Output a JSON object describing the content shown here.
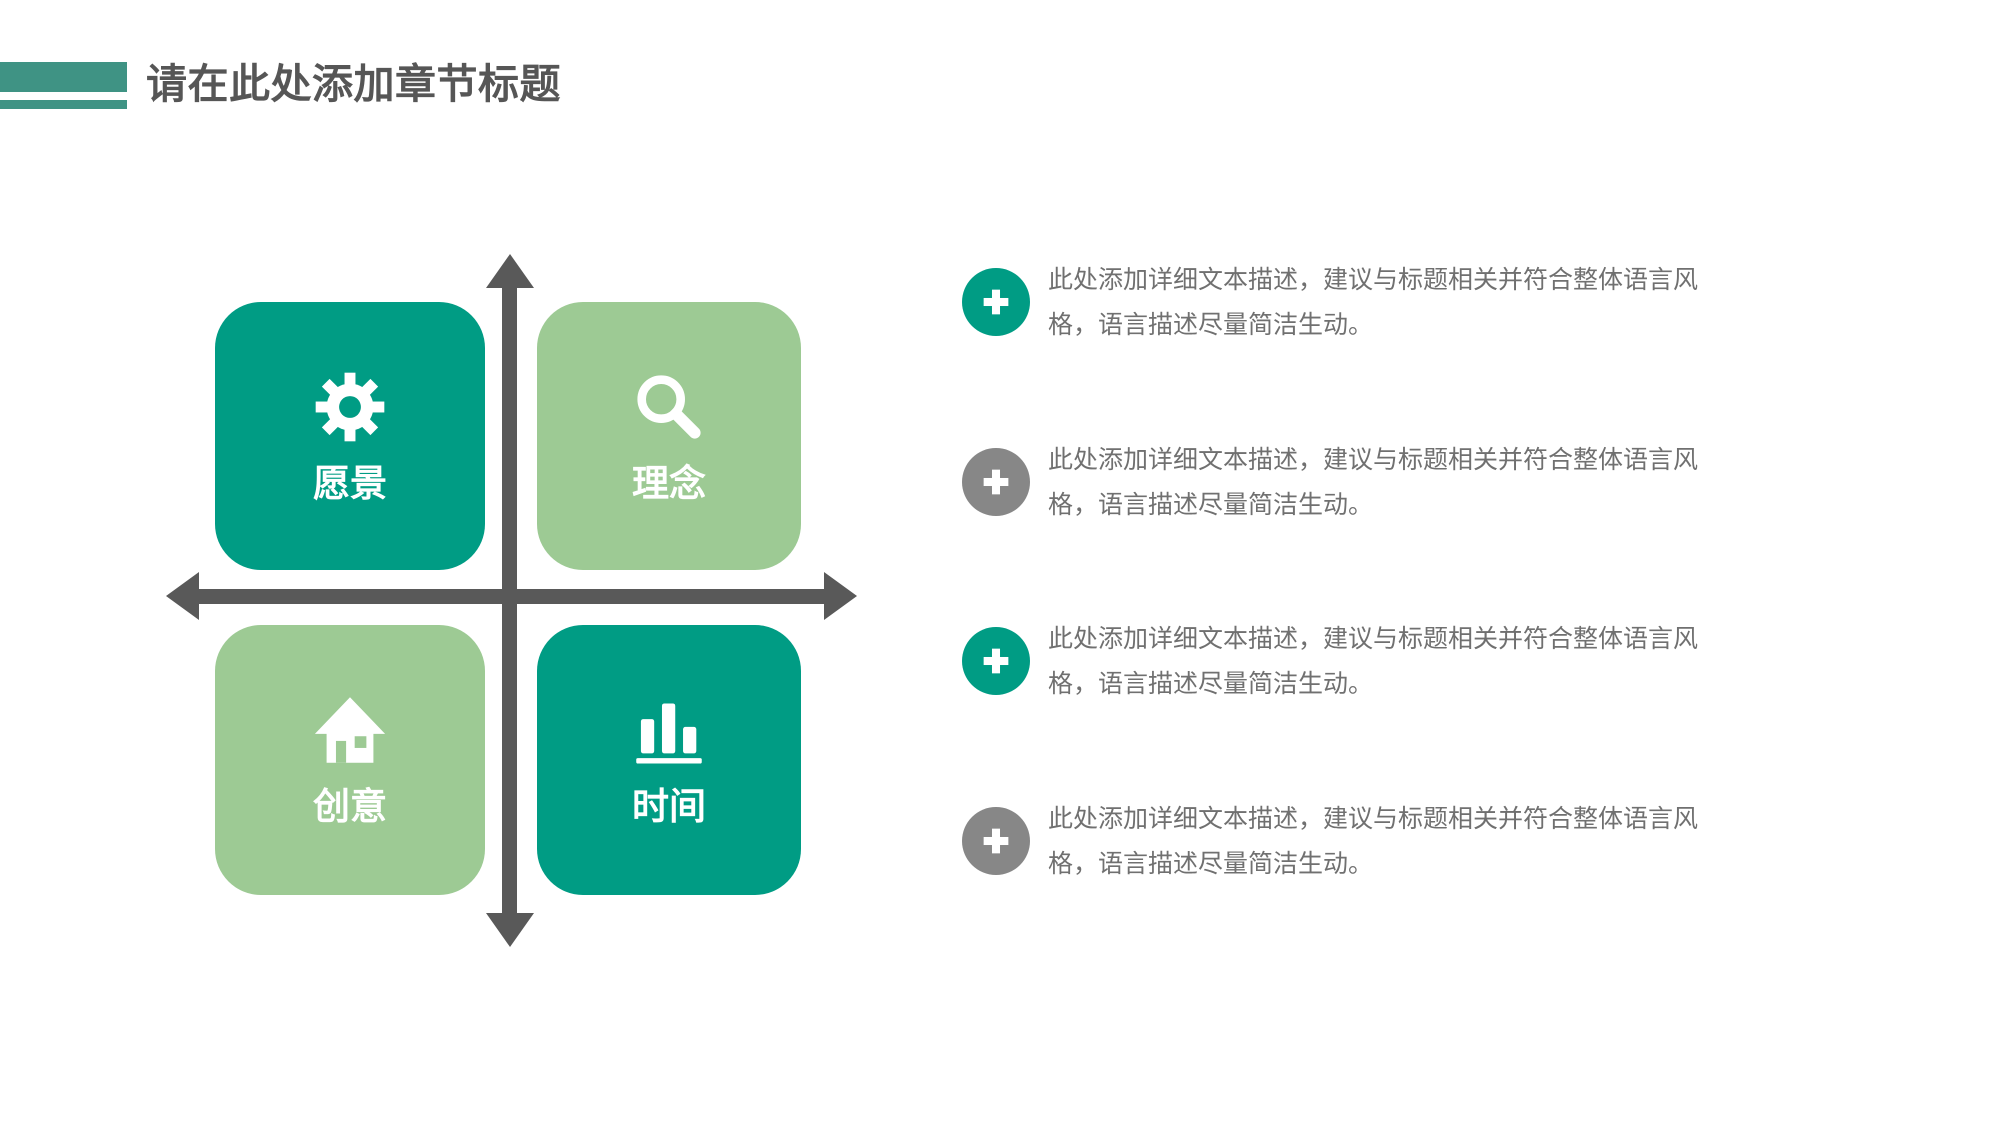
{
  "header": {
    "title": "请在此处添加章节标题"
  },
  "quadrant": {
    "squares": [
      {
        "label": "愿景",
        "icon": "gear-icon",
        "variant": "teal"
      },
      {
        "label": "理念",
        "icon": "search-icon",
        "variant": "light"
      },
      {
        "label": "创意",
        "icon": "home-icon",
        "variant": "light"
      },
      {
        "label": "时间",
        "icon": "bar-chart-icon",
        "variant": "teal"
      }
    ]
  },
  "points": [
    {
      "icon": "plus-icon",
      "variant": "teal",
      "text": "此处添加详细文本描述，建议与标题相关并符合整体语言风\n格，语言描述尽量简洁生动。"
    },
    {
      "icon": "plus-icon",
      "variant": "gray",
      "text": "此处添加详细文本描述，建议与标题相关并符合整体语言风\n格，语言描述尽量简洁生动。"
    },
    {
      "icon": "plus-icon",
      "variant": "teal",
      "text": "此处添加详细文本描述，建议与标题相关并符合整体语言风\n格，语言描述尽量简洁生动。"
    },
    {
      "icon": "plus-icon",
      "variant": "gray",
      "text": "此处添加详细文本描述，建议与标题相关并符合整体语言风\n格，语言描述尽量简洁生动。"
    }
  ],
  "colors": {
    "teal": "#009c84",
    "light_green": "#9dca94",
    "header_green": "#3f9384",
    "axis_gray": "#595959",
    "badge_gray": "#878787",
    "title_text": "#565656",
    "body_text": "#707070"
  }
}
